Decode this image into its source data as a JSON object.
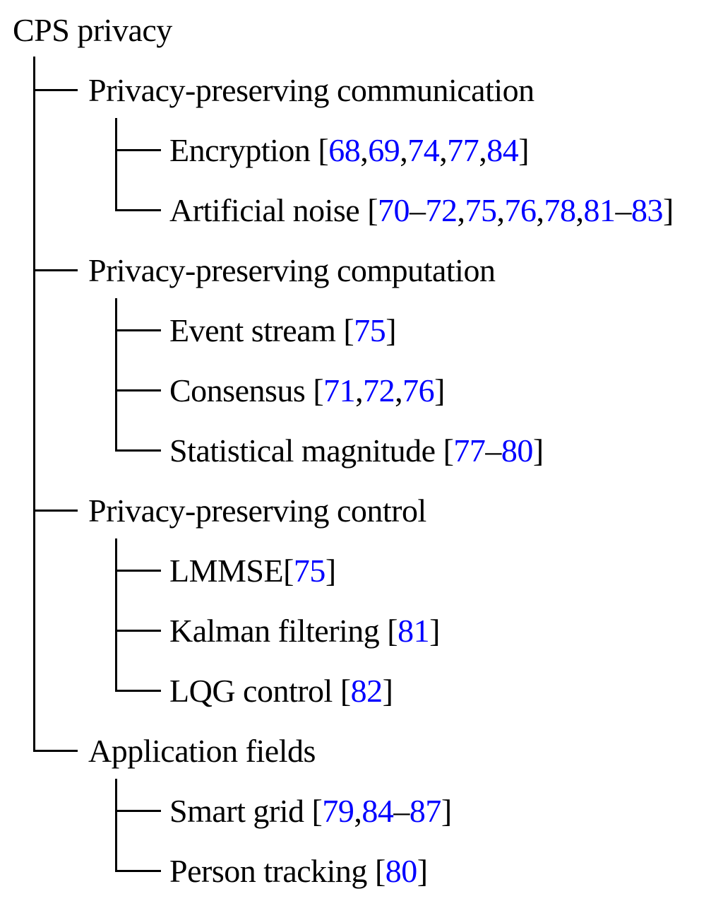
{
  "title": "CPS privacy",
  "palette": {
    "text": "#000000",
    "link_blue": "#0000ff",
    "line": "#000000",
    "background": "#ffffff"
  },
  "tree": [
    {
      "label": "Privacy-preserving communication",
      "children": [
        {
          "label": "Encryption ",
          "citation": [
            {
              "t": "[",
              "link": false
            },
            {
              "t": "68",
              "link": true
            },
            {
              "t": ",",
              "link": false
            },
            {
              "t": "69",
              "link": true
            },
            {
              "t": ",",
              "link": false
            },
            {
              "t": "74",
              "link": true
            },
            {
              "t": ",",
              "link": false
            },
            {
              "t": "77",
              "link": true
            },
            {
              "t": ",",
              "link": false
            },
            {
              "t": "84",
              "link": true
            },
            {
              "t": "]",
              "link": false
            }
          ]
        },
        {
          "label": "Artificial noise ",
          "citation": [
            {
              "t": "[",
              "link": false
            },
            {
              "t": "70",
              "link": true
            },
            {
              "t": "–",
              "link": false
            },
            {
              "t": "72",
              "link": true
            },
            {
              "t": ",",
              "link": false
            },
            {
              "t": "75",
              "link": true
            },
            {
              "t": ",",
              "link": false
            },
            {
              "t": "76",
              "link": true
            },
            {
              "t": ",",
              "link": false
            },
            {
              "t": "78",
              "link": true
            },
            {
              "t": ",",
              "link": false
            },
            {
              "t": "81",
              "link": true
            },
            {
              "t": "–",
              "link": false
            },
            {
              "t": "83",
              "link": true
            },
            {
              "t": "]",
              "link": false
            }
          ]
        }
      ]
    },
    {
      "label": "Privacy-preserving computation",
      "children": [
        {
          "label": "Event stream ",
          "citation": [
            {
              "t": "[",
              "link": false
            },
            {
              "t": "75",
              "link": true
            },
            {
              "t": "]",
              "link": false
            }
          ]
        },
        {
          "label": "Consensus ",
          "citation": [
            {
              "t": "[",
              "link": false
            },
            {
              "t": "71",
              "link": true
            },
            {
              "t": ",",
              "link": false
            },
            {
              "t": "72",
              "link": true
            },
            {
              "t": ",",
              "link": false
            },
            {
              "t": "76",
              "link": true
            },
            {
              "t": "]",
              "link": false
            }
          ]
        },
        {
          "label": "Statistical magnitude ",
          "citation": [
            {
              "t": "[",
              "link": false
            },
            {
              "t": "77",
              "link": true
            },
            {
              "t": "–",
              "link": false
            },
            {
              "t": "80",
              "link": true
            },
            {
              "t": "]",
              "link": false
            }
          ]
        }
      ]
    },
    {
      "label": "Privacy-preserving control",
      "children": [
        {
          "label": "LMMSE",
          "citation": [
            {
              "t": "[",
              "link": false
            },
            {
              "t": "75",
              "link": true
            },
            {
              "t": "]",
              "link": false
            }
          ]
        },
        {
          "label": "Kalman filtering ",
          "citation": [
            {
              "t": "[",
              "link": false
            },
            {
              "t": "81",
              "link": true
            },
            {
              "t": "]",
              "link": false
            }
          ]
        },
        {
          "label": "LQG control ",
          "citation": [
            {
              "t": "[",
              "link": false
            },
            {
              "t": "82",
              "link": true
            },
            {
              "t": "]",
              "link": false
            }
          ]
        }
      ]
    },
    {
      "label": "Application fields",
      "children": [
        {
          "label": "Smart grid ",
          "citation": [
            {
              "t": "[",
              "link": false
            },
            {
              "t": "79",
              "link": true
            },
            {
              "t": ",",
              "link": false
            },
            {
              "t": "84",
              "link": true
            },
            {
              "t": "–",
              "link": false
            },
            {
              "t": "87",
              "link": true
            },
            {
              "t": "]",
              "link": false
            }
          ]
        },
        {
          "label": "Person tracking ",
          "citation": [
            {
              "t": "[",
              "link": false
            },
            {
              "t": "80",
              "link": true
            },
            {
              "t": "]",
              "link": false
            }
          ]
        }
      ]
    }
  ]
}
